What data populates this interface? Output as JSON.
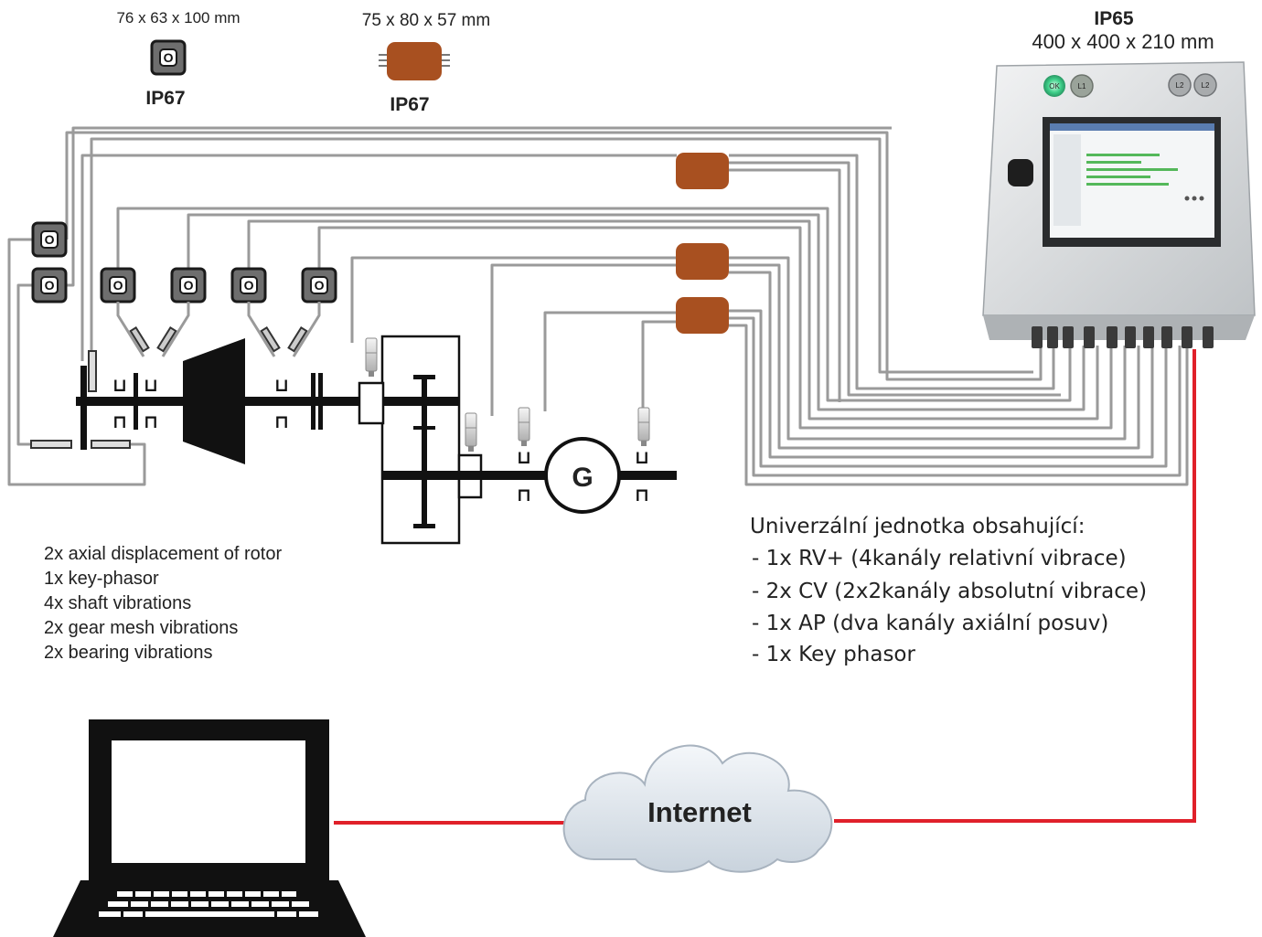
{
  "legend": {
    "sensor_small": {
      "dimensions": "76 x 63 x 100 mm",
      "symbol": "O",
      "rating": "IP67"
    },
    "amplifier": {
      "dimensions": "75 x 80 x 57 mm",
      "rating": "IP67"
    },
    "cabinet": {
      "rating": "IP65",
      "dimensions": "400 x 400 x 210 mm"
    }
  },
  "cabinet_panel": {
    "led_ok": "OK",
    "led_l1": "L1",
    "led_l2a": "L2",
    "led_l2b": "L2"
  },
  "machine": {
    "generator_label": "G"
  },
  "sensor_summary": [
    "2x axial displacement of rotor",
    "1x key-phasor",
    "4x shaft vibrations",
    "2x gear mesh vibrations",
    "2x bearing vibrations"
  ],
  "unit_description": {
    "heading": "Univerzální jednotka obsahující:",
    "items": [
      "- 1x RV+ (4kanály relativní vibrace)",
      "- 2x CV (2x2kanály absolutní  vibrace)",
      "- 1x AP (dva kanály axiální posuv)",
      "- 1x Key phasor"
    ]
  },
  "network": {
    "cloud_label": "Internet"
  },
  "colors": {
    "cable": "#9a9a9a",
    "amplifier": "#a85020",
    "network_line": "#e0202a",
    "sensor_fill": "#6e6e6e",
    "cabinet": "#d8dadc",
    "cloud": "#dfe6ee"
  },
  "icons": [
    "laptop-icon",
    "cloud-icon",
    "control-cabinet-icon",
    "proximity-sensor-icon",
    "amplifier-module-icon",
    "generator-icon"
  ]
}
